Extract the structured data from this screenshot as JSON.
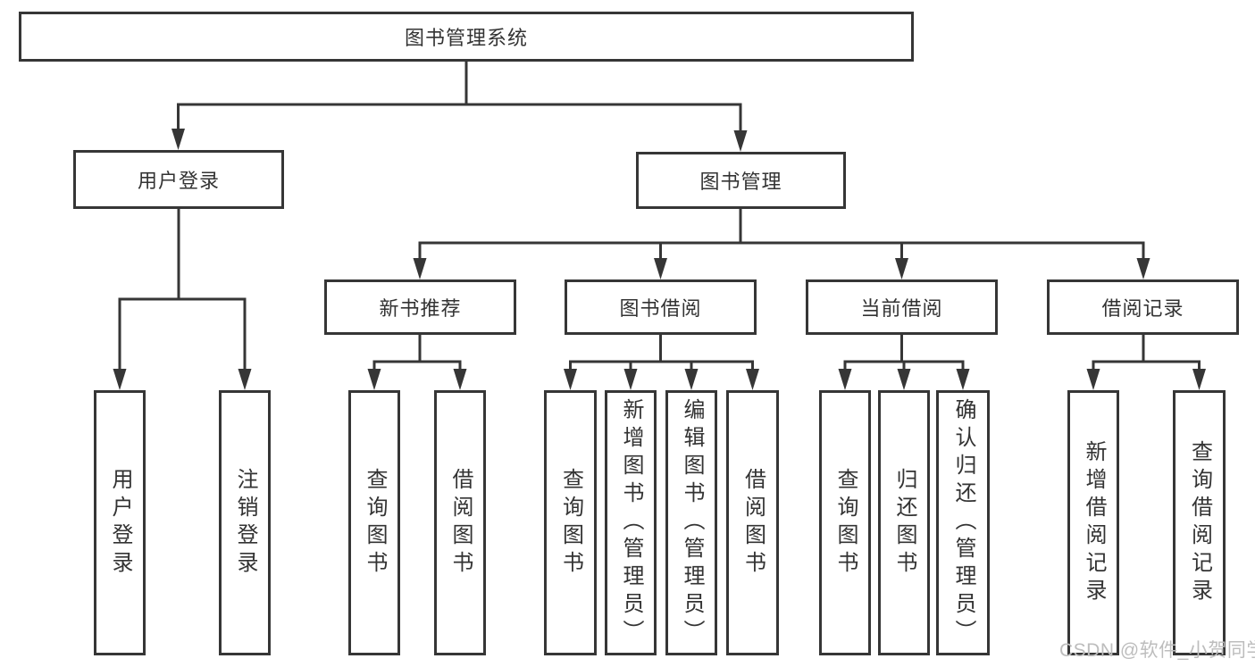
{
  "diagram": {
    "type": "hierarchy-tree",
    "colors": {
      "line": "#363636",
      "box_border": "#363636",
      "text": "#333333",
      "watermark": "#bdbdbd",
      "background": "#ffffff"
    },
    "nodes": {
      "root": "图书管理系统",
      "user_login": "用户登录",
      "book_management": "图书管理",
      "new_book_rec": "新书推荐",
      "book_borrow": "图书借阅",
      "current_borrow": "当前借阅",
      "borrow_records": "借阅记录",
      "leaf_user_login": "用户登录",
      "leaf_logout": "注销登录",
      "leaf_rec_search_book": "查询图书",
      "leaf_rec_borrow_book": "借阅图书",
      "leaf_bb_search_book": "查询图书",
      "leaf_bb_add_book": "新增图书（管理员）",
      "leaf_bb_edit_book": "编辑图书（管理员）",
      "leaf_bb_borrow_book": "借阅图书",
      "leaf_cb_search_book": "查询图书",
      "leaf_cb_return_book": "归还图书",
      "leaf_cb_confirm_return": "确认归还（管理员）",
      "leaf_br_add_record": "新增借阅记录",
      "leaf_br_search_record": "查询借阅记录"
    },
    "edges": [
      [
        "root",
        "user_login"
      ],
      [
        "root",
        "book_management"
      ],
      [
        "user_login",
        "leaf_user_login"
      ],
      [
        "user_login",
        "leaf_logout"
      ],
      [
        "book_management",
        "new_book_rec"
      ],
      [
        "book_management",
        "book_borrow"
      ],
      [
        "book_management",
        "current_borrow"
      ],
      [
        "book_management",
        "borrow_records"
      ],
      [
        "new_book_rec",
        "leaf_rec_search_book"
      ],
      [
        "new_book_rec",
        "leaf_rec_borrow_book"
      ],
      [
        "book_borrow",
        "leaf_bb_search_book"
      ],
      [
        "book_borrow",
        "leaf_bb_add_book"
      ],
      [
        "book_borrow",
        "leaf_bb_edit_book"
      ],
      [
        "book_borrow",
        "leaf_bb_borrow_book"
      ],
      [
        "current_borrow",
        "leaf_cb_search_book"
      ],
      [
        "current_borrow",
        "leaf_cb_return_book"
      ],
      [
        "current_borrow",
        "leaf_cb_confirm_return"
      ],
      [
        "borrow_records",
        "leaf_br_add_record"
      ],
      [
        "borrow_records",
        "leaf_br_search_record"
      ]
    ],
    "watermark": "CSDN @软件_小贺同学"
  }
}
